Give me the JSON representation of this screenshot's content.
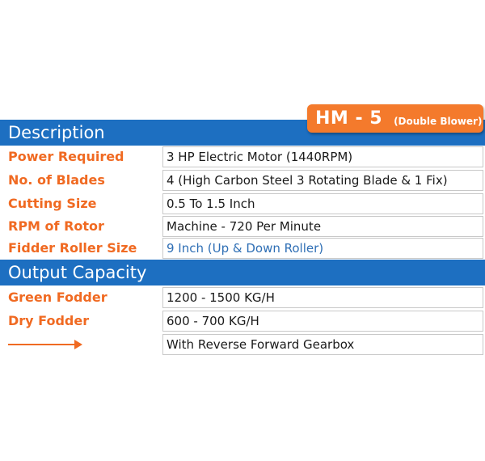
{
  "badge": {
    "model": "HM - 5",
    "subtitle": "(Double Blower)"
  },
  "sections": {
    "description": "Description",
    "output": "Output Capacity"
  },
  "description_rows": [
    {
      "label": "Power Required",
      "value": "3 HP Electric Motor (1440RPM)"
    },
    {
      "label": "No. of Blades",
      "value": "4 (High Carbon Steel 3 Rotating Blade & 1 Fix)"
    },
    {
      "label": "Cutting Size",
      "value": "0.5 To 1.5 Inch"
    },
    {
      "label": "RPM of Rotor",
      "value": "Machine - 720 Per Minute"
    },
    {
      "label": "Fidder Roller Size",
      "value": "9 Inch (Up & Down Roller)"
    }
  ],
  "output_rows": [
    {
      "label": "Green Fodder",
      "value": "1200 - 1500 KG/H"
    },
    {
      "label": "Dry Fodder",
      "value": "600 - 700 KG/H"
    },
    {
      "label": "",
      "value": "With Reverse Forward Gearbox"
    }
  ],
  "colors": {
    "accent_orange": "#f06a22",
    "header_blue": "#1d6fc1",
    "highlight_blue": "#2f6fb5"
  }
}
